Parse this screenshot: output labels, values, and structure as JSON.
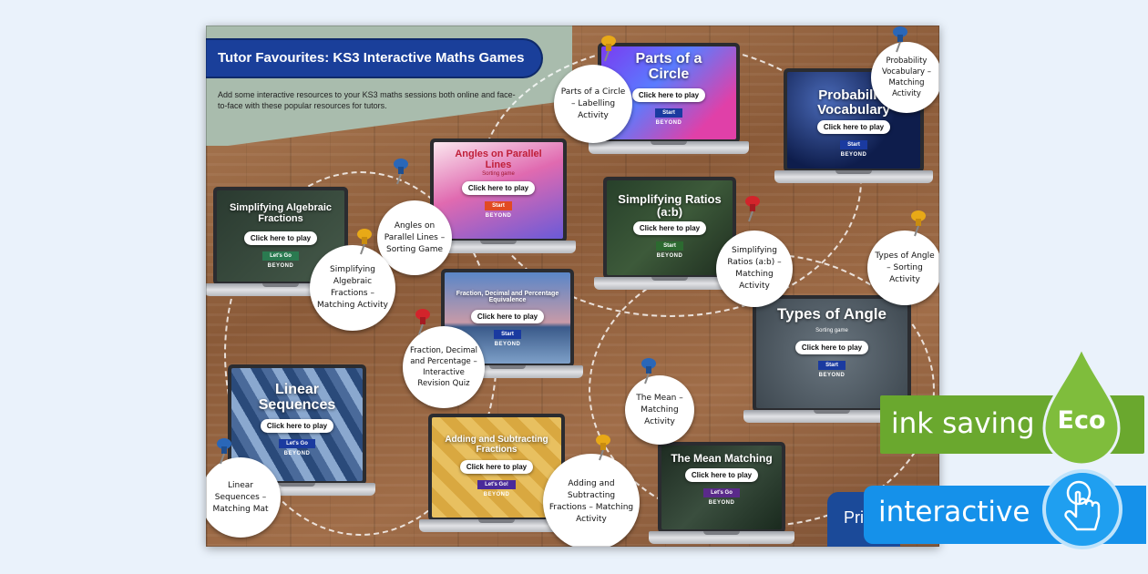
{
  "title": "Tutor Favourites: KS3 Interactive Maths Games",
  "intro": "Add some interactive resources to your KS3 maths sessions both online and face-to-face with these popular resources for tutors.",
  "play_label": "Click here to play",
  "start_label": "Start",
  "lets_go_label": "Let's Go",
  "lets_go_exclaim": "Let's Go!",
  "sorting_game": "Sorting game",
  "brand": "BEYOND",
  "games": [
    {
      "id": "parts-of-a-circle",
      "screen_title": "Parts of a Circle",
      "caption": "Parts of a Circle – Labelling Activity"
    },
    {
      "id": "probability-vocabulary",
      "screen_title": "Probability Vocabulary",
      "caption": "Probability Vocabulary – Matching Activity"
    },
    {
      "id": "angles-parallel-lines",
      "screen_title": "Angles on Parallel Lines",
      "caption": "Angles on Parallel Lines – Sorting Game"
    },
    {
      "id": "simplifying-ratios",
      "screen_title": "Simplifying Ratios (a:b)",
      "caption": "Simplifying Ratios (a:b) – Matching Activity"
    },
    {
      "id": "simplifying-algebraic-fractions",
      "screen_title": "Simplifying Algebraic Fractions",
      "caption": "Simplifying Algebraic Fractions – Matching Activity"
    },
    {
      "id": "types-of-angle",
      "screen_title": "Types of Angle",
      "caption": "Types of Angle – Sorting Activity"
    },
    {
      "id": "fraction-decimal-percentage",
      "screen_title": "Fraction, Decimal and Percentage Equivalence",
      "caption": "Fraction, Decimal and Percentage – Interactive Revision Quiz"
    },
    {
      "id": "linear-sequences",
      "screen_title": "Linear Sequences",
      "caption": "Linear Sequences – Matching Mat"
    },
    {
      "id": "the-mean",
      "screen_title": "The Mean Matching",
      "caption": "The Mean – Matching Activity"
    },
    {
      "id": "adding-subtracting-fractions",
      "screen_title": "Adding and Subtracting Fractions",
      "caption": "Adding and Subtracting Fractions – Matching Activity"
    }
  ],
  "badges": {
    "ink_saving": "ink saving",
    "eco": "Eco",
    "interactive": "interactive",
    "pri_partial": "Pri"
  },
  "colors": {
    "title_bar": "#1a3f9a",
    "ink_saving": "#6aa82e",
    "interactive": "#1591ea",
    "pin_blue": "#2a67b8",
    "pin_red": "#d2242b",
    "pin_yellow": "#e8a917"
  }
}
